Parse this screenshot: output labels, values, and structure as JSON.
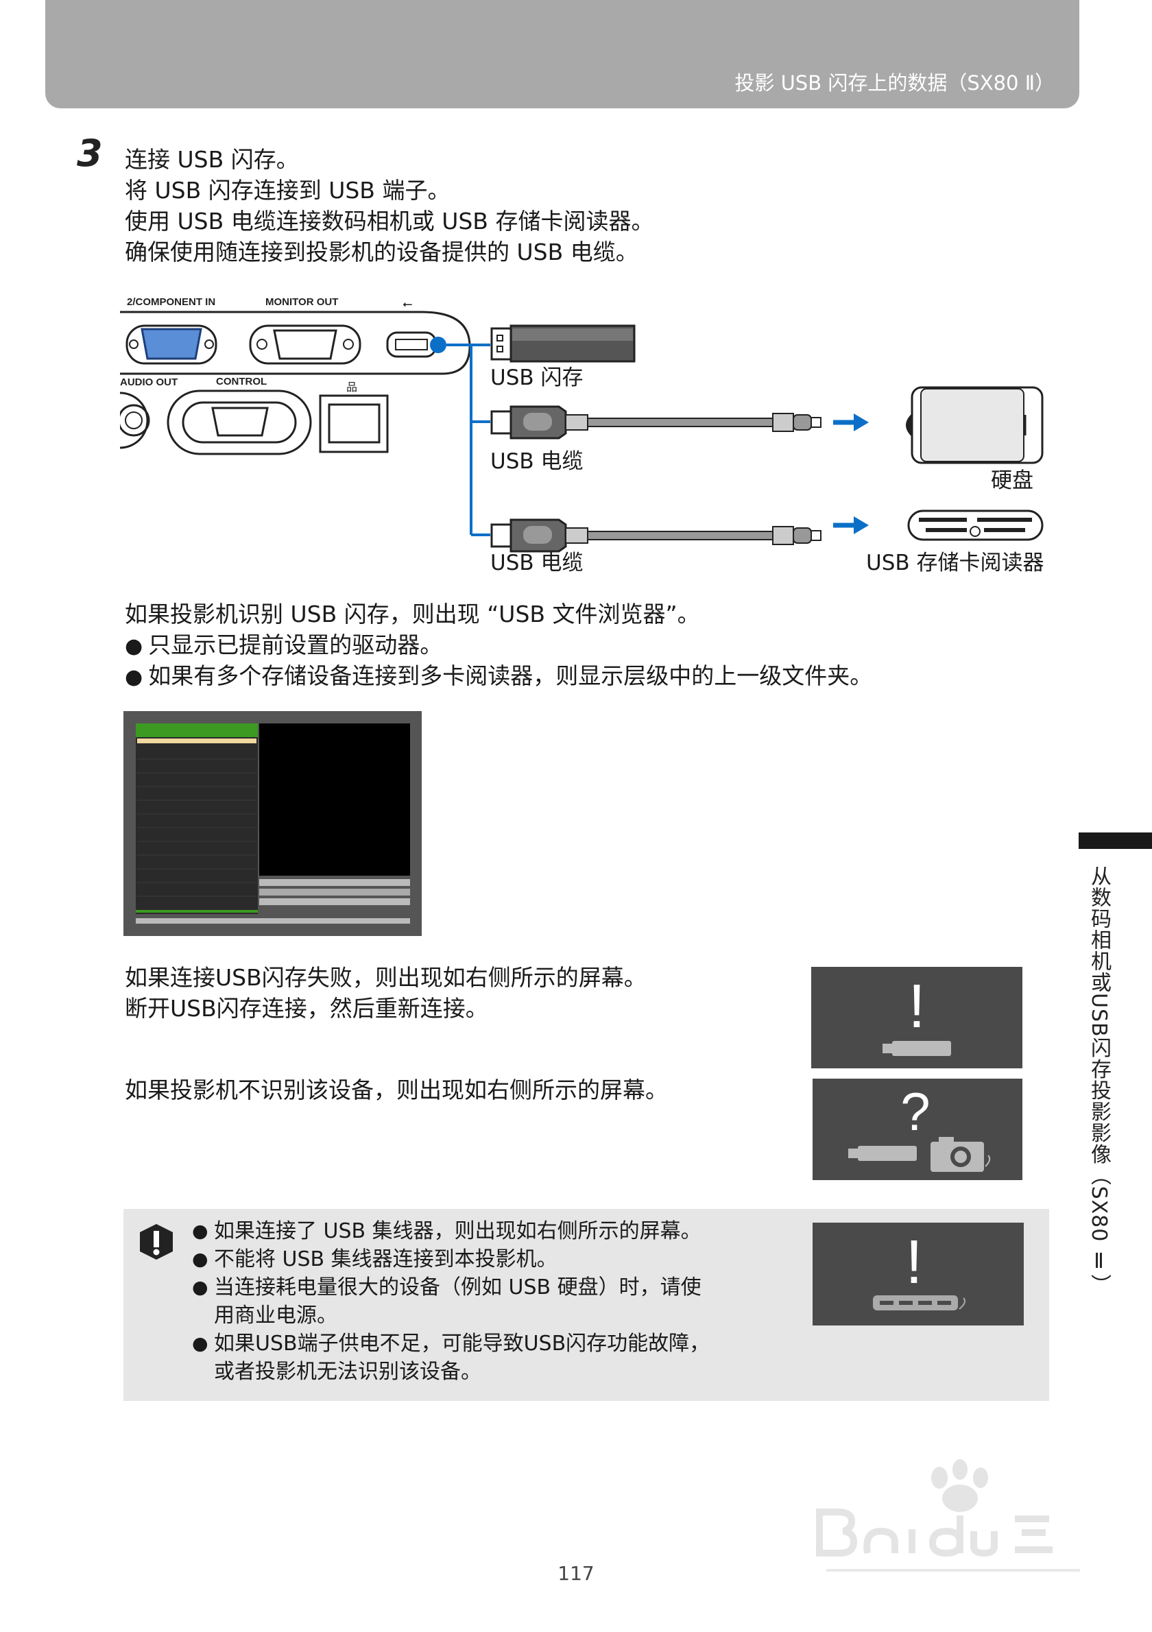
{
  "header": {
    "title": "投影 USB 闪存上的数据（SX80 Ⅱ）"
  },
  "step": {
    "number": "3",
    "title": "连接 USB 闪存。",
    "lines": [
      "将 USB 闪存连接到 USB 端子。",
      "使用 USB 电缆连接数码相机或 USB 存储卡阅读器。",
      "确保使用随连接到投影机的设备提供的 USB 电缆。"
    ]
  },
  "diagram": {
    "panel_labels": [
      "2/COMPONENT IN",
      "MONITOR OUT",
      "AUDIO OUT",
      "CONTROL"
    ],
    "flash_label": "USB 闪存",
    "cable1_label": "USB 电缆",
    "cable2_label": "USB 电缆",
    "hdd_label": "硬盘",
    "reader_label": "USB 存储卡阅读器",
    "accent_color": "#0b6fc8"
  },
  "recognized": {
    "line": "如果投影机识别 USB 闪存，则出现 “USB 文件浏览器”。",
    "bullets": [
      "只显示已提前设置的驱动器。",
      "如果有多个存储设备连接到多卡阅读器，则显示层级中的上一级文件夹。"
    ]
  },
  "errors": {
    "fail_lines": [
      "如果连接USB闪存失败，则出现如右侧所示的屏幕。",
      "断开USB闪存连接，然后重新连接。"
    ],
    "unknown_line": "如果投影机不识别该设备，则出现如右侧所示的屏幕。",
    "fail_symbol": "!",
    "unknown_symbol": "?"
  },
  "side_tab": {
    "text": "从数码相机或USB闪存投影影像（SX80 Ⅱ）"
  },
  "note": {
    "icon": "caution-icon",
    "items": [
      "如果连接了 USB 集线器，则出现如右侧所示的屏幕。",
      "不能将 USB 集线器连接到本投影机。",
      "当连接耗电量很大的设备（例如 USB 硬盘）时，请使\n用商业电源。",
      "如果USB端子供电不足，可能导致USB闪存功能故障，\n或者投影机无法识别该设备。"
    ],
    "hub_symbol": "!"
  },
  "page_number": "117"
}
